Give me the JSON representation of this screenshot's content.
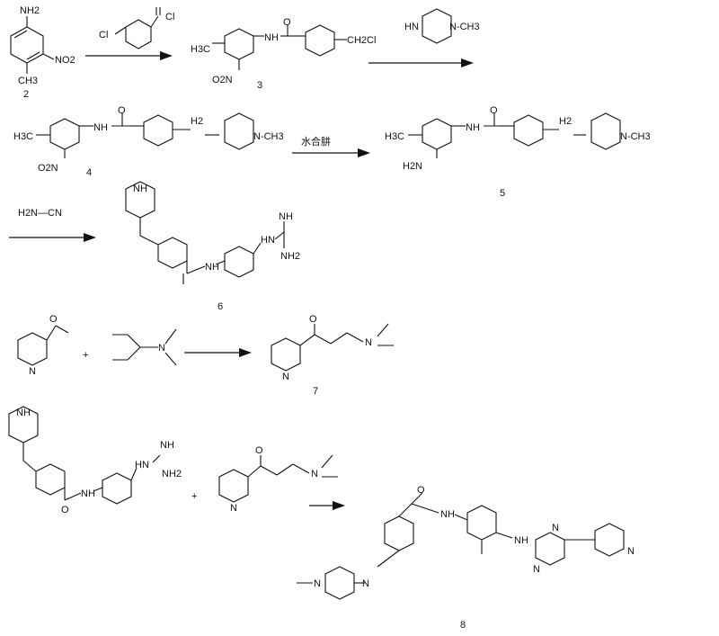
{
  "scheme": {
    "arrow_labels": {
      "step1_reagent_label": "Cl",
      "step1_reagent_cl": "Cl",
      "step2_reagent_nh": "HN",
      "step2_reagent_nme": "N-CH3",
      "step3_reagent": "水合肼",
      "step4_reagent": "H2N—CN"
    },
    "compounds": {
      "c2": {
        "number": "2",
        "nh2": "NH2",
        "no2": "NO2",
        "ch3": "CH3"
      },
      "c3": {
        "number": "3",
        "h3c": "H3C",
        "nh": "NH",
        "o": "O",
        "ch2cl": "CH2Cl",
        "o2n": "O2N"
      },
      "c4": {
        "number": "4",
        "h3c": "H3C",
        "nh": "NH",
        "o": "O",
        "h2": "H2",
        "nch3": "N-CH3",
        "o2n": "O2N"
      },
      "c5": {
        "number": "5",
        "h3c": "H3C",
        "nh": "NH",
        "o": "O",
        "h2": "H2",
        "nch3": "N-CH3",
        "h2n": "H2N"
      },
      "c6": {
        "number": "6",
        "nh_pip": "NH",
        "nh_amide": "NH",
        "nh_guan": "HN",
        "nh_imine": "NH",
        "nh2": "NH2"
      },
      "c7": {
        "number": "7",
        "o": "O",
        "n": "N",
        "n_py": "N"
      },
      "c8": {
        "number": "8",
        "nh_amide": "NH",
        "o": "O",
        "nh_link": "NH",
        "n_pip": "N",
        "n_pip2": "N",
        "n_pym1": "N",
        "n_pym2": "N",
        "n_py": "N"
      },
      "acetylpyridine": {
        "o": "O",
        "n": "N"
      },
      "dmfdma": {
        "n": "N",
        "plus": "+"
      },
      "c6_bottom": {
        "nh_pip": "NH",
        "nh_amide": "NH",
        "nh_guan": "HN",
        "nh_imine": "NH",
        "nh2": "NH2",
        "o": "O",
        "plus": "+"
      },
      "c7_bottom": {
        "o": "O",
        "n": "N",
        "n_py": "N"
      }
    }
  }
}
